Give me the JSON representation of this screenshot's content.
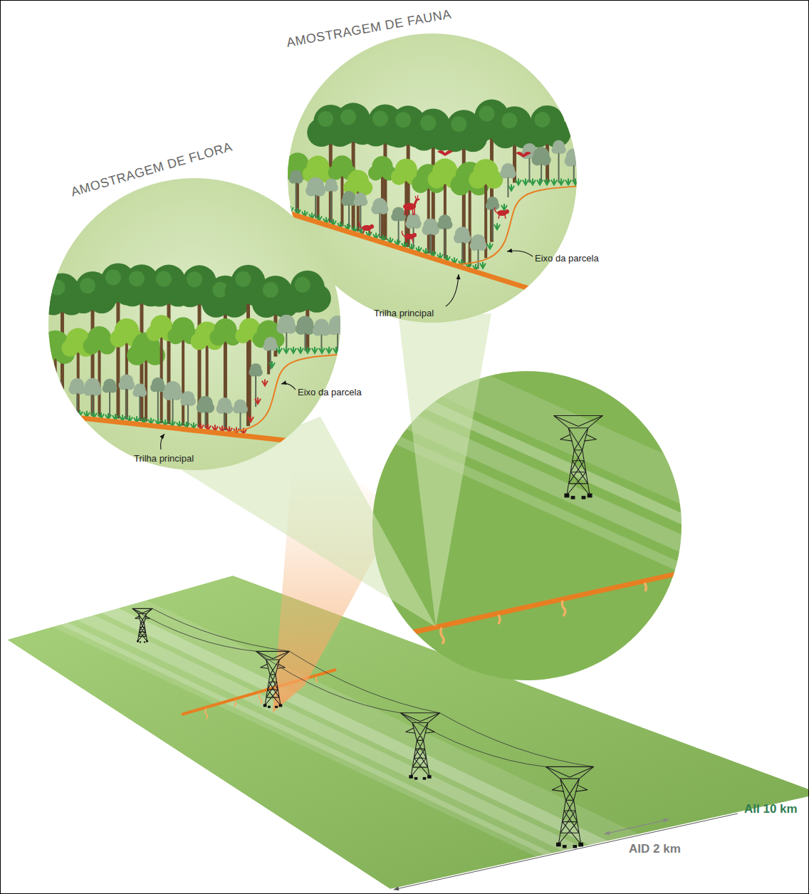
{
  "diagram": {
    "nodes": [
      {
        "text": [
          "AMOSTRAGEM DE FAUNA",
          "Eixo da parcela",
          "Trilha principal"
        ]
      },
      {
        "text": [
          "AMOSTRAGEM DE FLORA",
          "Eixo da parcela",
          "Trilha principal"
        ]
      }
    ],
    "labels": [
      "AII 10 km",
      "AID 2 km"
    ]
  }
}
